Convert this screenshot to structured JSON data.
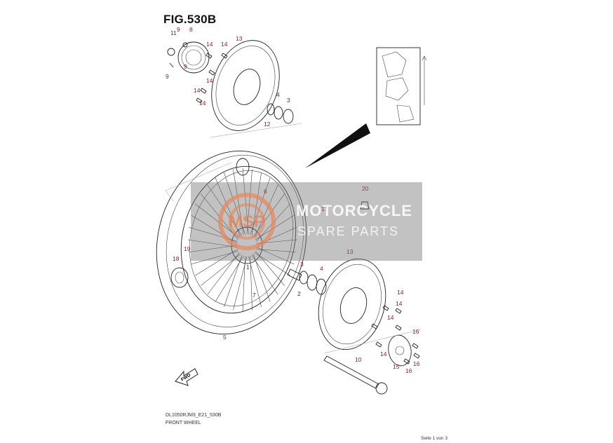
{
  "figure": {
    "title": "FIG.530B",
    "model_code": "DL1050RJM3_E21_530B",
    "caption": "FRONT WHEEL",
    "page_info": "Seite 1 von 3"
  },
  "watermark": {
    "line1": "MOTORCYCLE",
    "line2": "SPARE PARTS",
    "logo_text": "MSP",
    "color": "#e8845a"
  },
  "callouts": [
    "11",
    "9",
    "8",
    "14",
    "14",
    "13",
    "9",
    "9",
    "14",
    "14",
    "14",
    "4",
    "3",
    "12",
    "20",
    "6",
    "17",
    "19",
    "18",
    "1",
    "13",
    "3",
    "4",
    "2",
    "7",
    "14",
    "14",
    "14",
    "5",
    "16",
    "16",
    "14",
    "15",
    "16",
    "10"
  ],
  "fwd_label": "FWD",
  "colors": {
    "callout": "#8b1a1a",
    "line": "#222222"
  }
}
